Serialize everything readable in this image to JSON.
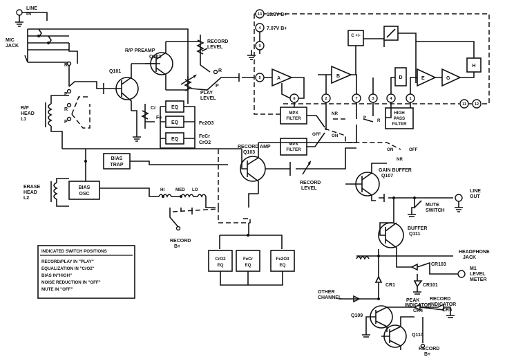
{
  "labels": {
    "line_in": [
      "LINE",
      "IN"
    ],
    "mic_jack": [
      "MIC",
      "JACK"
    ],
    "rp_head": [
      "R/P",
      "HEAD",
      "L1"
    ],
    "erase_head": [
      "ERASE",
      "HEAD",
      "L2"
    ],
    "rp_preamp": "R/P PREAMP",
    "q101": "Q101",
    "q102": "Q102",
    "record_level_top": [
      "RECORD",
      "LEVEL"
    ],
    "play_level": [
      "PLAY",
      "LEVEL"
    ],
    "supply_13": "13.3V B+",
    "supply_7": "7.07V B+",
    "record_amp": "RECORD AMP",
    "q103": "Q103",
    "record_level_mid": [
      "RECORD",
      "LEVEL"
    ],
    "gain_buffer": "GAIN BUFFER",
    "q107": "Q107",
    "line_out": [
      "LINE",
      "OUT"
    ],
    "mute_switch": [
      "MUTE",
      "SWITCH"
    ],
    "buffer": "BUFFER",
    "q111": "Q111",
    "headphone_jack": [
      "HEADPHONE",
      "JACK"
    ],
    "cr103": "CR103",
    "m1": [
      "M1",
      "LEVEL",
      "METER"
    ],
    "cr1": "CR1",
    "cr101": "CR101",
    "other_channel": [
      "OTHER",
      "CHANNEL"
    ],
    "peak_indicator": [
      "PEAK",
      "INDICATOR",
      "CR4"
    ],
    "record_indicator": [
      "RECORD",
      "INDICATOR",
      "CR5"
    ],
    "q109": "Q109",
    "q110": "Q110",
    "record_bplus_bottom": [
      "RECORD",
      "B+"
    ],
    "record_bplus_mid": [
      "RECORD",
      "B+"
    ],
    "bias_trap": [
      "BIAS",
      "TRAP"
    ],
    "bias_osc": [
      "BIAS",
      "OSC"
    ],
    "bias_levels": [
      "HI",
      "MED",
      "LO"
    ],
    "mpx_filter_1": [
      "MPX",
      "FILTER"
    ],
    "mpx_filter_2": [
      "MPX",
      "FILTER"
    ],
    "high_pass_filter": [
      "HIGH",
      "PASS",
      "FILTER"
    ],
    "eq": "EQ",
    "eq_cro2": [
      "CrO2",
      "EQ"
    ],
    "eq_fecr": [
      "FeCr",
      "EQ"
    ],
    "eq_fe2o3": [
      "Fe2O3",
      "EQ"
    ],
    "tape_types": [
      "Fe2O3",
      "FeCr",
      "CrO2"
    ],
    "switch_letters": {
      "r": "R",
      "p": "P",
      "cr": "Cr",
      "fe": "Fe",
      "nr": "NR",
      "off": "OFF",
      "on": "ON"
    },
    "ic_pins": [
      "13",
      "4",
      "9",
      "5",
      "6",
      "2",
      "7",
      "3",
      "4",
      "1",
      "11",
      "12"
    ],
    "blocks": {
      "a": "A",
      "b": "B",
      "c": "C +/-",
      "d": "D",
      "e": "E",
      "g": "G",
      "h": "H"
    }
  },
  "legend": {
    "title": "INDICATED SWITCH POSITIONS",
    "items": [
      "RECORD/PLAY IN \"PLAY\"",
      "EQUALIZATION IN \"CrO2\"",
      "BIAS IN\"HIGH\"",
      "NOISE REDUCTION IN \"OFF\"",
      "MUTE IN \"OFF\""
    ]
  }
}
